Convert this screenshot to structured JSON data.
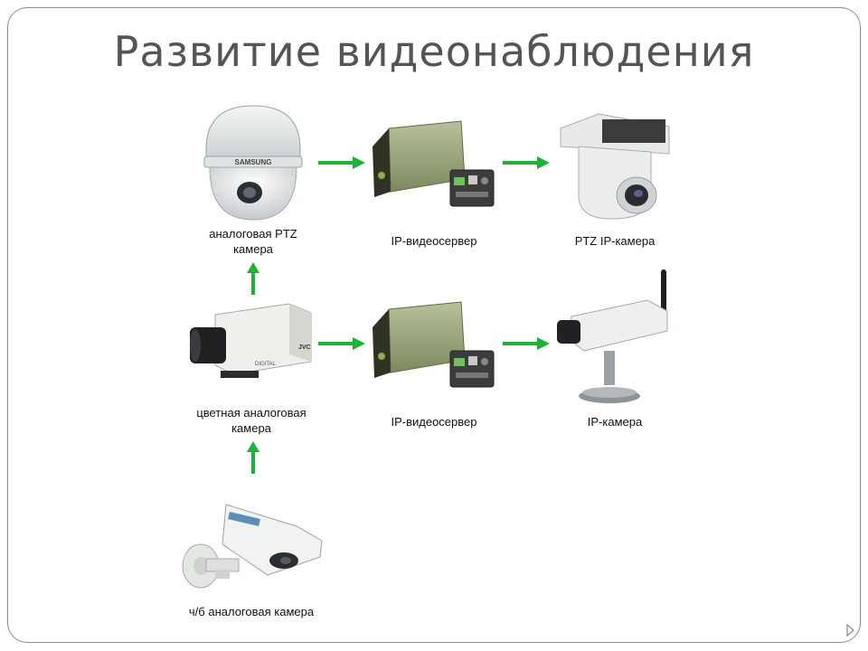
{
  "slide": {
    "title": "Развитие видеонаблюдения"
  },
  "nodes": {
    "analog_ptz": {
      "label_line1": "аналоговая PTZ",
      "label_line2": "камера",
      "brand": "SAMSUNG"
    },
    "ip_server_top": {
      "label": "IP-видеосервер"
    },
    "ptz_ip_camera": {
      "label": "PTZ IP-камера"
    },
    "color_analog": {
      "label_line1": "цветная аналоговая",
      "label_line2": "камера",
      "brand": "JVC",
      "sublabel": "DIGITAL"
    },
    "ip_server_mid": {
      "label": "IP-видеосервер"
    },
    "ip_camera": {
      "label": "IP-камера"
    },
    "bw_analog": {
      "label": "ч/б аналоговая камера"
    }
  },
  "colors": {
    "arrow": "#1db336",
    "title": "#555555",
    "border": "#8a8a8a"
  }
}
